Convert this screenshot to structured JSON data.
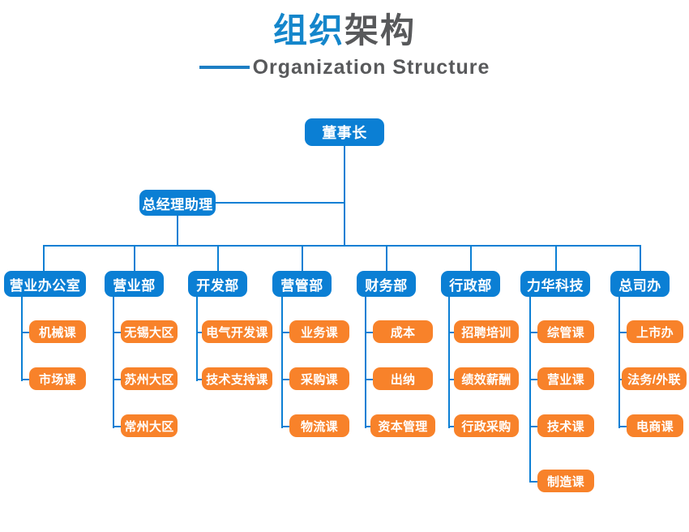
{
  "header": {
    "title_cn_blue": "组织",
    "title_cn_gray": "架构",
    "title_en": "Organization Structure",
    "dash_icon": "horizontal-dash-icon"
  },
  "colors": {
    "blue": "#0B7FD4",
    "orange": "#F8822A",
    "title_blue": "#1486CB",
    "title_gray": "#58595B",
    "line": "#0B7FD4",
    "background": "#FFFFFF"
  },
  "chart_data": {
    "type": "org-chart",
    "root": {
      "label": "董事长"
    },
    "staff": {
      "label": "总经理助理"
    },
    "departments": [
      {
        "label": "营业办公室",
        "children": [
          "机械课",
          "市场课"
        ]
      },
      {
        "label": "营业部",
        "children": [
          "无锡大区",
          "苏州大区",
          "常州大区"
        ]
      },
      {
        "label": "开发部",
        "children": [
          "电气开发课",
          "技术支持课"
        ]
      },
      {
        "label": "营管部",
        "children": [
          "业务课",
          "采购课",
          "物流课"
        ]
      },
      {
        "label": "财务部",
        "children": [
          "成本",
          "出纳",
          "资本管理"
        ]
      },
      {
        "label": "行政部",
        "children": [
          "招聘培训",
          "绩效薪酬",
          "行政采购"
        ]
      },
      {
        "label": "力华科技",
        "children": [
          "综管课",
          "营业课",
          "技术课",
          "制造课"
        ]
      },
      {
        "label": "总司办",
        "children": [
          "上市办",
          "法务/外联",
          "电商课"
        ]
      }
    ]
  }
}
